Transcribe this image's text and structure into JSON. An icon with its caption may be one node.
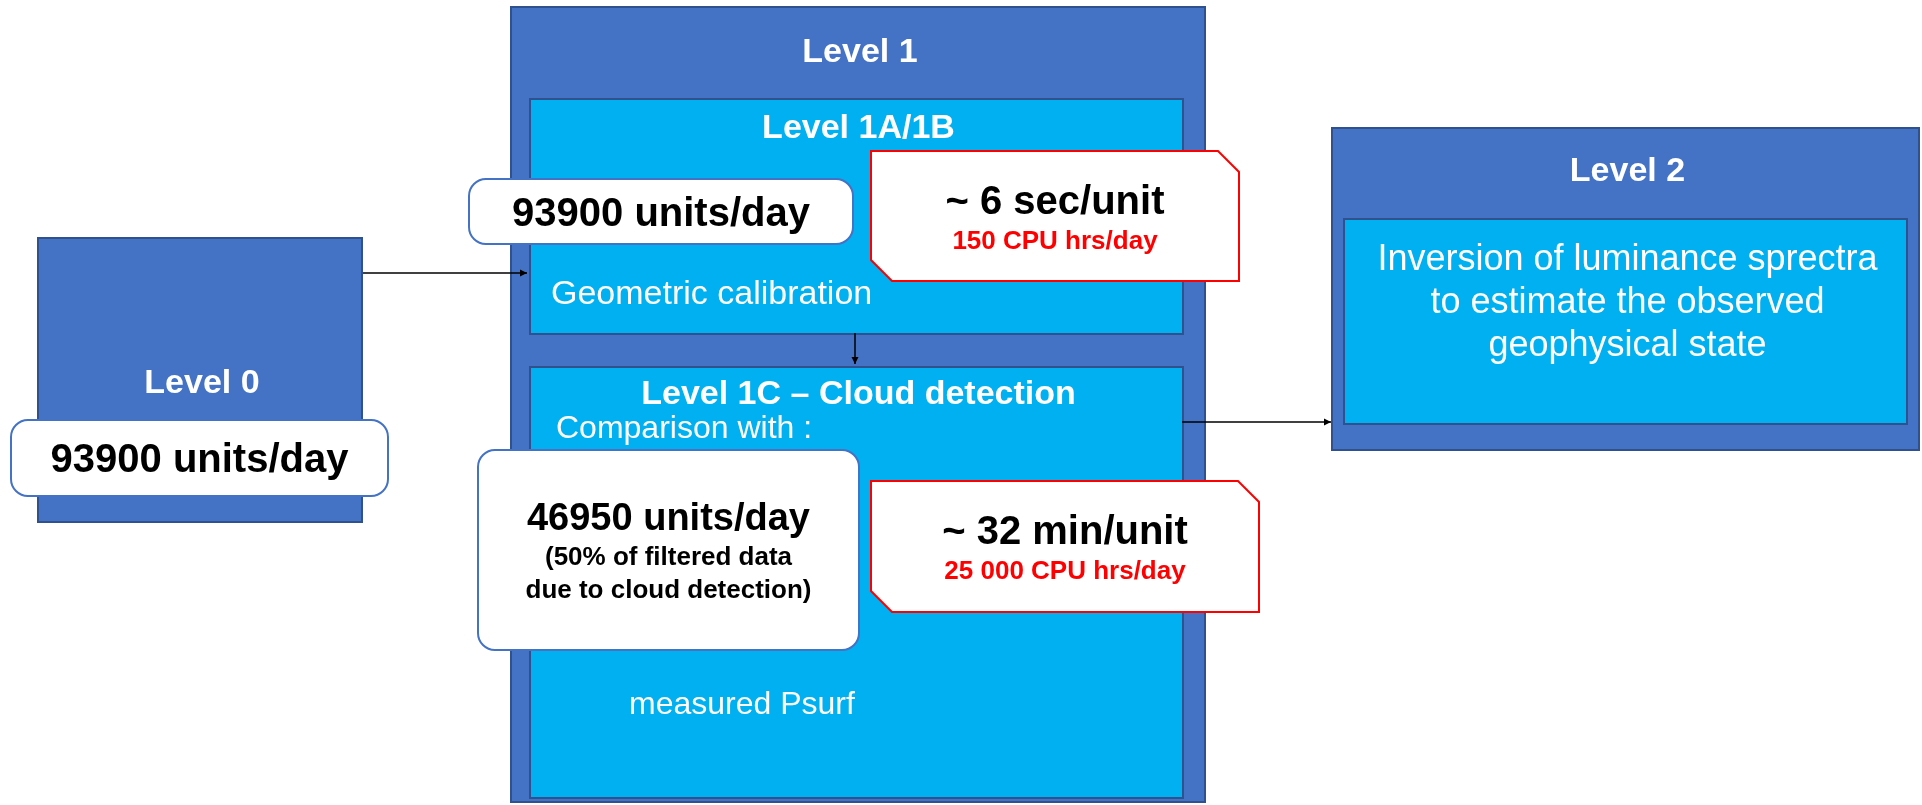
{
  "diagram": {
    "nodes": [
      {
        "text": [
          "Level 0"
        ]
      },
      {
        "text": [
          "93900 units/day"
        ]
      },
      {
        "text": [
          "Level 1"
        ]
      },
      {
        "text": [
          "Level 1A/1B",
          "Geometric calibration"
        ],
        "in": 2
      },
      {
        "text": [
          "Level 1C – Cloud detection",
          "Comparison with :",
          "measured Psurf"
        ],
        "in": 2
      },
      {
        "text": [
          "93900 units/day"
        ]
      },
      {
        "text": [
          "~ 6 sec/unit",
          "150 CPU hrs/day"
        ]
      },
      {
        "text": [
          "46950 units/day",
          "(50% of filtered data due to cloud detection)"
        ]
      },
      {
        "text": [
          "~ 32 min/unit",
          "25 000 CPU hrs/day"
        ]
      },
      {
        "text": [
          "Level 2"
        ]
      },
      {
        "text": [
          "Inversion of luminance sprectra to estimate the observed geophysical state"
        ],
        "in": 9
      }
    ],
    "edges": [
      {
        "from": 0,
        "to": 3,
        "arrow": "to"
      },
      {
        "from": 3,
        "to": 4,
        "arrow": "to"
      },
      {
        "from": 4,
        "to": 9,
        "arrow": "to"
      }
    ]
  }
}
